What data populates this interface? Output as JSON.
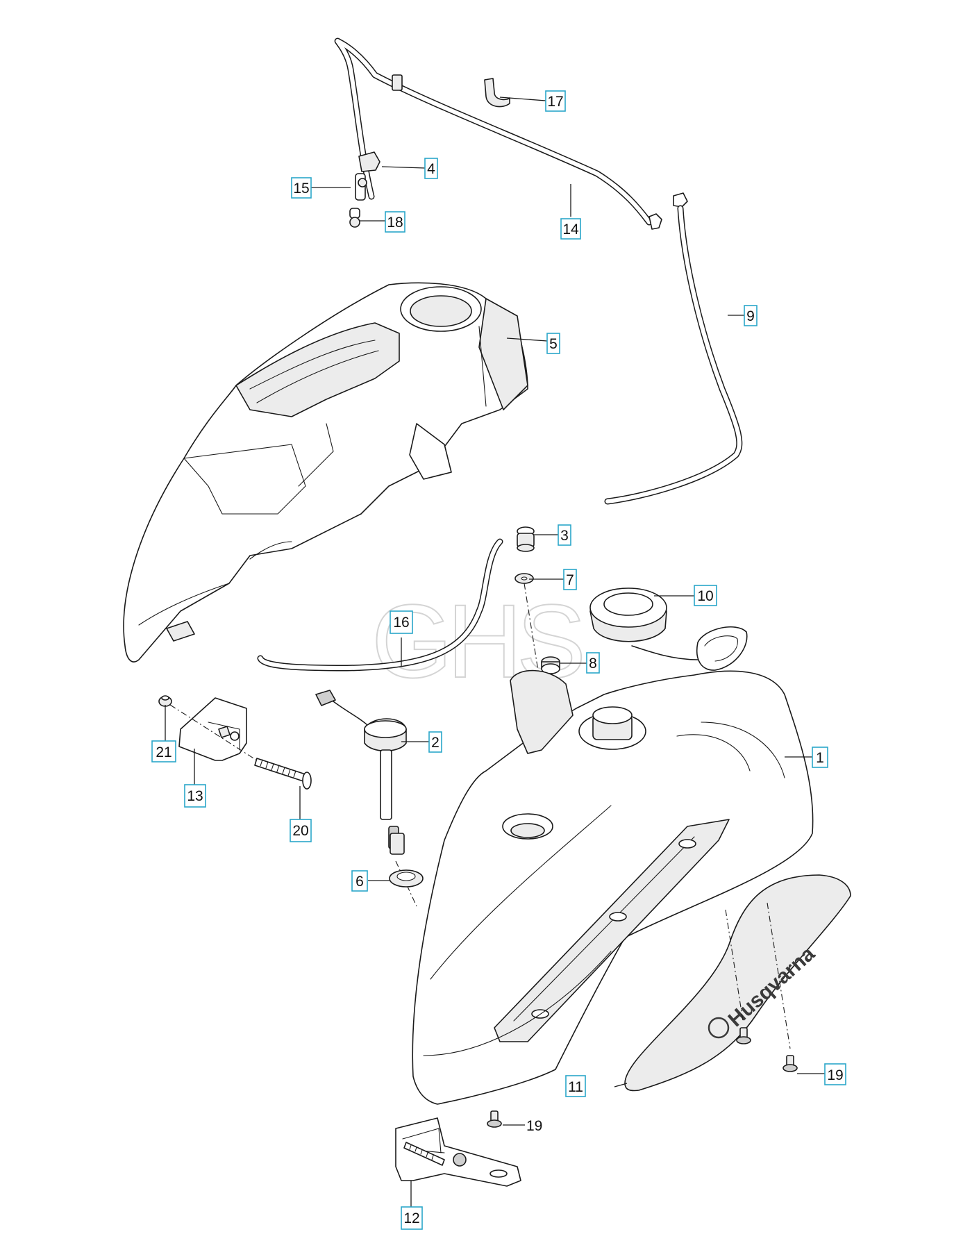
{
  "watermark": "GHS",
  "brand_logo": "Husqvarna",
  "callouts": [
    {
      "id": "c1",
      "text": "1",
      "boxed": true
    },
    {
      "id": "c2",
      "text": "2",
      "boxed": true
    },
    {
      "id": "c3",
      "text": "3",
      "boxed": true
    },
    {
      "id": "c4",
      "text": "4",
      "boxed": true
    },
    {
      "id": "c5",
      "text": "5",
      "boxed": true
    },
    {
      "id": "c6",
      "text": "6",
      "boxed": true
    },
    {
      "id": "c7",
      "text": "7",
      "boxed": true
    },
    {
      "id": "c8",
      "text": "8",
      "boxed": true
    },
    {
      "id": "c9",
      "text": "9",
      "boxed": true
    },
    {
      "id": "c10",
      "text": "10",
      "boxed": true
    },
    {
      "id": "c11",
      "text": "11",
      "boxed": true
    },
    {
      "id": "c12",
      "text": "12",
      "boxed": true
    },
    {
      "id": "c13",
      "text": "13",
      "boxed": true
    },
    {
      "id": "c14",
      "text": "14",
      "boxed": true
    },
    {
      "id": "c15",
      "text": "15",
      "boxed": true
    },
    {
      "id": "c16",
      "text": "16",
      "boxed": true
    },
    {
      "id": "c17",
      "text": "17",
      "boxed": true
    },
    {
      "id": "c18",
      "text": "18",
      "boxed": true
    },
    {
      "id": "c19a",
      "text": "19",
      "boxed": true
    },
    {
      "id": "c19b",
      "text": "19",
      "boxed": false
    },
    {
      "id": "c20",
      "text": "20",
      "boxed": true
    },
    {
      "id": "c21",
      "text": "21",
      "boxed": true
    }
  ]
}
